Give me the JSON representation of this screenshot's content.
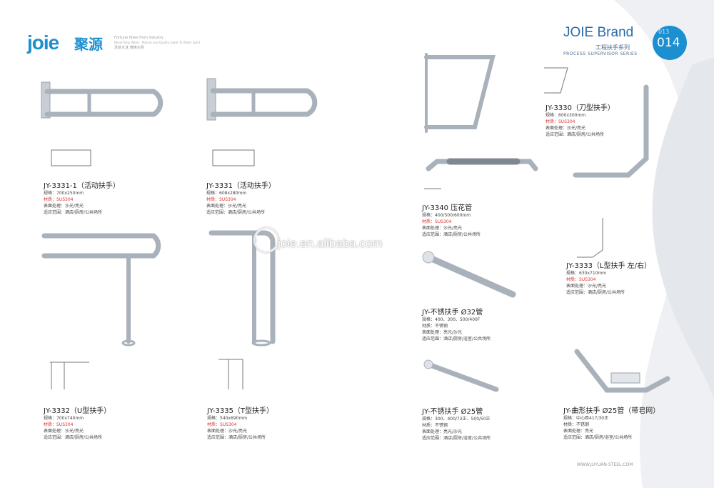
{
  "header": {
    "logo_text": "joie",
    "logo_cn": "聚源",
    "tagline_en": "Fortune flows from industry",
    "tagline_sub": "Never-Stop Water · Nature and Quality Leads To Water Spirit",
    "tagline_cn": "泽受水沫   惟精水柄",
    "brand": "JOIE Brand",
    "brand_cn": "工程扶手系列",
    "brand_en": "PROCESS SUPERVISOR SERIES",
    "page_prev": "013",
    "page_cur": "014"
  },
  "watermark": "joie.en.alibaba.com",
  "website": "WWW.JUYUAN-STEEL.COM",
  "products": [
    {
      "code": "JY-3331-1（活动扶手）",
      "spec": "规格：700x250mm",
      "material": "材质：SUS304",
      "finish": "表面处理：沙光/亮光",
      "usage": "适应范围：酒店/厨房/公共场所"
    },
    {
      "code": "JY-3331（活动扶手）",
      "spec": "规格：608x280mm",
      "material": "材质：SUS304",
      "finish": "表面处理：沙光/亮光",
      "usage": "适应范围：酒店/厨房/公共场所"
    },
    {
      "code": "JY-3332（U型扶手）",
      "spec": "规格：700x740mm",
      "material": "材质：SUS304",
      "finish": "表面处理：沙光/亮光",
      "usage": "适应范围：酒店/厨房/公共场所"
    },
    {
      "code": "JY-3335（T型扶手）",
      "spec": "规格：540x690mm",
      "material": "材质：SUS304",
      "finish": "表面处理：沙光/亮光",
      "usage": "适应范围：酒店/厨房/公共场所"
    },
    {
      "code": "JY-3330（刀型扶手）",
      "spec": "规格：600x300mm",
      "material": "材质：SUS304",
      "finish": "表面处理：沙光/亮光",
      "usage": "适应范围：酒店/厨房/公共场所"
    },
    {
      "code": "JY-3340 压花管",
      "spec": "规格：400/500/600mm",
      "material": "材质：SUS304",
      "finish": "表面处理：沙光/亮光",
      "usage": "适应范围：酒店/厨房/公共场所"
    },
    {
      "code": "JY-3333（L型扶手 左/右）",
      "spec": "规格：630x710mm",
      "material": "材质：SUS304",
      "finish": "表面处理：沙光/亮光",
      "usage": "适应范围：酒店/厨房/公共场所"
    },
    {
      "code": "JY-不锈扶手 Ø32管",
      "spec": "规格：400、300、500/400F",
      "material": "材质：不锈钢",
      "finish": "表面处理：亮光/沙光",
      "usage": "适应范围：酒店/厨房/浴室/公共场所"
    },
    {
      "code": "JY-不锈扶手 Ø25管",
      "spec": "规格：300、400/72正、500/50正",
      "material": "材质：不锈钢",
      "finish": "表面处理：亮光/沙光",
      "usage": "适应范围：酒店/厨房/浴室/公共场所"
    },
    {
      "code": "JY-曲形扶手 Ø25管（带皂网）",
      "spec": "规格：中心距417/30正",
      "material": "材质：不锈钢",
      "finish": "表面处理：亮光",
      "usage": "适应范围：酒店/厨房/浴室/公共场所"
    }
  ]
}
